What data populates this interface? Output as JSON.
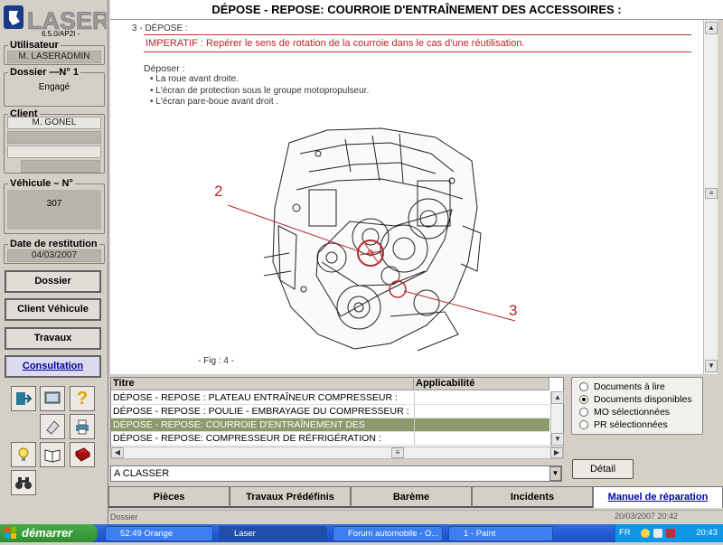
{
  "app": {
    "logo_text": "LASER",
    "version": "6.5.0/AP2I -"
  },
  "left": {
    "utilisateur": {
      "label": "Utilisateur",
      "value": "M. LASERADMIN"
    },
    "dossier": {
      "label": "Dossier",
      "number_label": "N° 1",
      "status": "Engagé"
    },
    "client": {
      "label": "Client",
      "name": "M. GONEL"
    },
    "vehicule": {
      "label": "Véhicule",
      "number_label": "N°",
      "model": "307"
    },
    "restitution": {
      "label": "Date de restitution",
      "date": "04/03/2007"
    },
    "buttons": [
      "Dossier",
      "Client Véhicule",
      "Travaux",
      "Consultation"
    ],
    "tool_icons": [
      "exit-icon",
      "screen-icon",
      "help-icon",
      "eraser-icon",
      "printer-icon",
      "lightbulb-icon",
      "book-icon",
      "red-book-icon",
      "binoculars-icon"
    ]
  },
  "header": {
    "title": "DÉPOSE - REPOSE: COURROIE D'ENTRAÎNEMENT DES ACCESSOIRES   :"
  },
  "doc": {
    "section": "3 - DÉPOSE :",
    "warning": "IMPERATIF : Repérer le sens de rotation de la courroie dans le cas d'une réutilisation.",
    "deposer_label": "Déposer :",
    "items": [
      "La roue avant droite.",
      "L'écran de protection sous le groupe motopropulseur.",
      "L'écran pare-boue avant droit ."
    ],
    "callout_2": "2",
    "callout_3": "3",
    "fig_caption": "- Fig : 4 -"
  },
  "table": {
    "headers": [
      "Titre",
      "Applicabilité"
    ],
    "rows": [
      "DÉPOSE - REPOSE : PLATEAU ENTRAÎNEUR COMPRESSEUR  :",
      "DÉPOSE - REPOSE : POULIE - EMBRAYAGE DU COMPRESSEUR  :",
      "DÉPOSE - REPOSE: COURROIE D'ENTRAÎNEMENT DES",
      "DÉPOSE - REPOSE: COMPRESSEUR DE RÉFRIGÉRATION  :"
    ],
    "selected_index": 2
  },
  "radios": {
    "options": [
      "Documents à lire",
      "Documents disponibles",
      "MO sélectionnées",
      "PR sélectionnées"
    ],
    "selected_index": 1
  },
  "classer": {
    "value": "A CLASSER"
  },
  "detail_button": "Détail",
  "tabs": [
    "Pièces",
    "Travaux Prédéfinis",
    "Barème",
    "Incidents",
    "Manuel de réparation"
  ],
  "status": {
    "left": "Dossier",
    "right": "20/03/2007   20:42"
  },
  "taskbar": {
    "start": "démarrer",
    "tasks": [
      "52:49 Orange",
      "Laser",
      "Forum automobile - O...",
      "1 - Paint"
    ],
    "lang": "FR",
    "clock": "20:43"
  }
}
